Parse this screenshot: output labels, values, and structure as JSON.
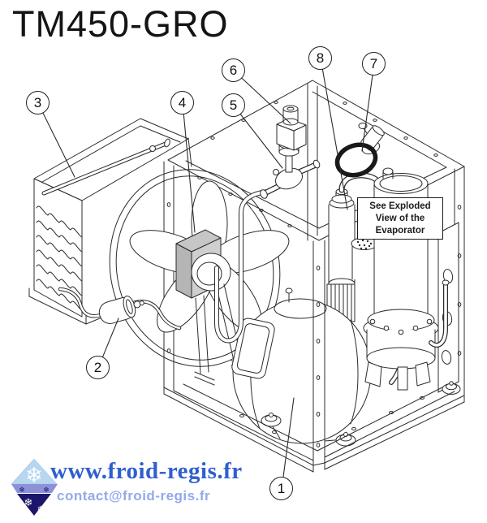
{
  "title": "TM450-GRO",
  "diagram": {
    "note_box": {
      "line1": "See Exploded",
      "line2": "View of the",
      "line3": "Evaporator"
    },
    "callouts": [
      {
        "number": "1"
      },
      {
        "number": "2"
      },
      {
        "number": "3"
      },
      {
        "number": "4"
      },
      {
        "number": "5"
      },
      {
        "number": "6"
      },
      {
        "number": "7"
      },
      {
        "number": "8"
      }
    ]
  },
  "footer": {
    "website": "www.froid-regis.fr",
    "email": "contact@froid-regis.fr"
  },
  "icons": {
    "snowflake": "❄"
  },
  "colors": {
    "line": "#2b2b2b",
    "website_blue": "#2f5ecf",
    "email_blue": "#93a9ec",
    "logo_light_blue": "#b7d7f0",
    "logo_band_blue": "#8c92da",
    "logo_navy": "#1b156b",
    "motor_gray": "#b5b5b5"
  }
}
